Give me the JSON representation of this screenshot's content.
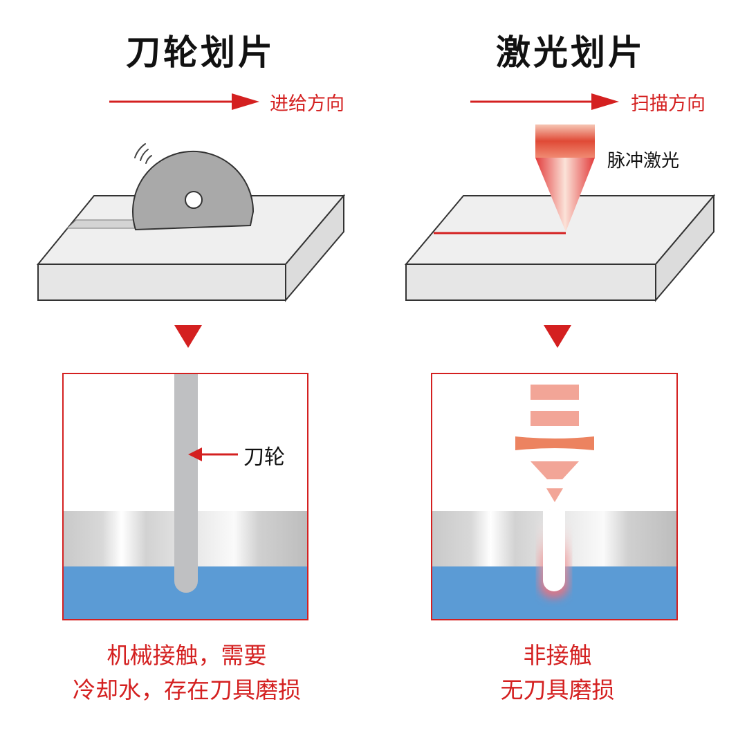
{
  "left": {
    "title": "刀轮划片",
    "direction_label": "进给方向",
    "blade_label": "刀轮",
    "caption_line1": "机械接触，需要",
    "caption_line2": "冷却水，存在刀具磨损"
  },
  "right": {
    "title": "激光划片",
    "direction_label": "扫描方向",
    "laser_label": "脉冲激光",
    "caption_line1": "非接触",
    "caption_line2": "无刀具磨损"
  },
  "colors": {
    "accent_red": "#d42020",
    "wafer_blue": "#5b9bd5",
    "blade_gray": "#bfc0c2",
    "laser_salmon": "#f2a597",
    "lens_orange": "#ec8360"
  }
}
